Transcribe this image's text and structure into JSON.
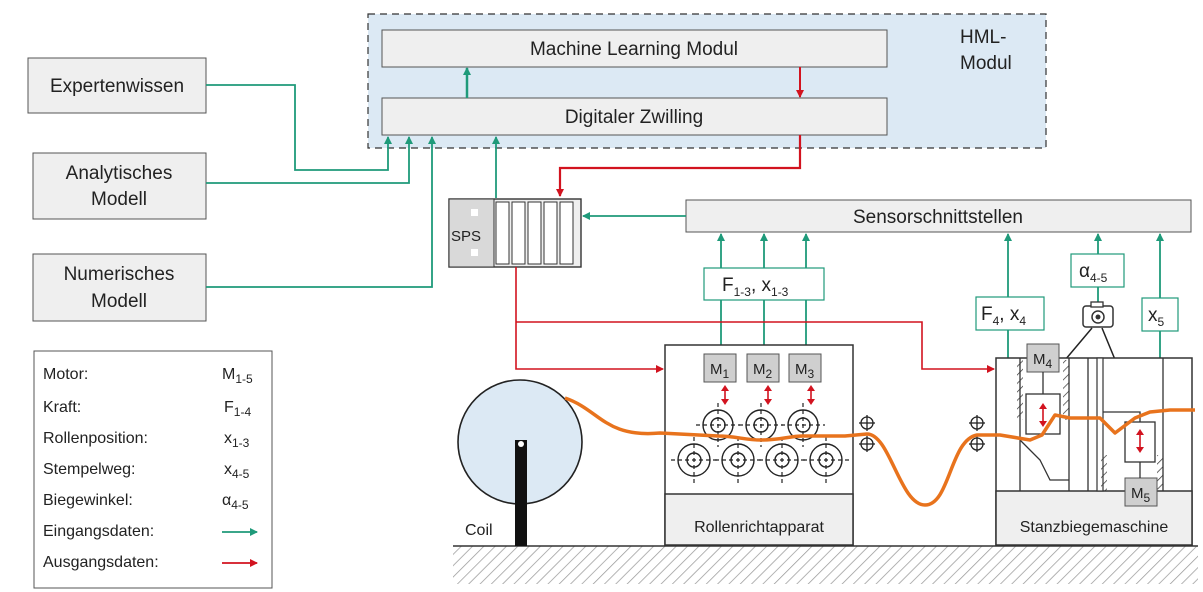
{
  "colors": {
    "input_arrow": "#1f9a7a",
    "output_arrow": "#d2131f",
    "strip": "#e8731d",
    "hml_fill": "#dce9f4",
    "box_fill": "#efefef",
    "box_stroke": "#555555"
  },
  "hml": {
    "title_line1": "HML-",
    "title_line2": "Modul"
  },
  "ml_module": "Machine Learning Modul",
  "twin": "Digitaler Zwilling",
  "sources": {
    "expert": "Expertenwissen",
    "analytic_1": "Analytisches",
    "analytic_2": "Modell",
    "numeric_1": "Numerisches",
    "numeric_2": "Modell"
  },
  "sps": "SPS",
  "sensor_interfaces": "Sensorschnittstellen",
  "signals": {
    "f13": {
      "a": "F",
      "a_sub": "1-3",
      "sep": ", ",
      "b": "x",
      "b_sub": "1-3"
    },
    "f4": {
      "a": "F",
      "a_sub": "4",
      "sep": ", ",
      "b": "x",
      "b_sub": "4"
    },
    "alpha": {
      "a": "α",
      "a_sub": "4-5"
    },
    "x5": {
      "a": "x",
      "a_sub": "5"
    }
  },
  "motors": {
    "m1": {
      "a": "M",
      "sub": "1"
    },
    "m2": {
      "a": "M",
      "sub": "2"
    },
    "m3": {
      "a": "M",
      "sub": "3"
    },
    "m4": {
      "a": "M",
      "sub": "4"
    },
    "m5": {
      "a": "M",
      "sub": "5"
    }
  },
  "machines": {
    "coil": "Coil",
    "straightener": "Rollenrichtapparat",
    "press": "Stanzbiegemaschine"
  },
  "legend": {
    "rows": [
      {
        "label": "Motor:",
        "sym": "M",
        "sub": "1-5"
      },
      {
        "label": "Kraft:",
        "sym": "F",
        "sub": "1-4"
      },
      {
        "label": "Rollenposition:",
        "sym": "x",
        "sub": "1-3"
      },
      {
        "label": "Stempelweg:",
        "sym": "x",
        "sub": "4-5"
      },
      {
        "label": "Biegewinkel:",
        "sym": "α",
        "sub": "4-5"
      }
    ],
    "input_label": "Eingangsdaten:",
    "output_label": "Ausgangsdaten:"
  }
}
